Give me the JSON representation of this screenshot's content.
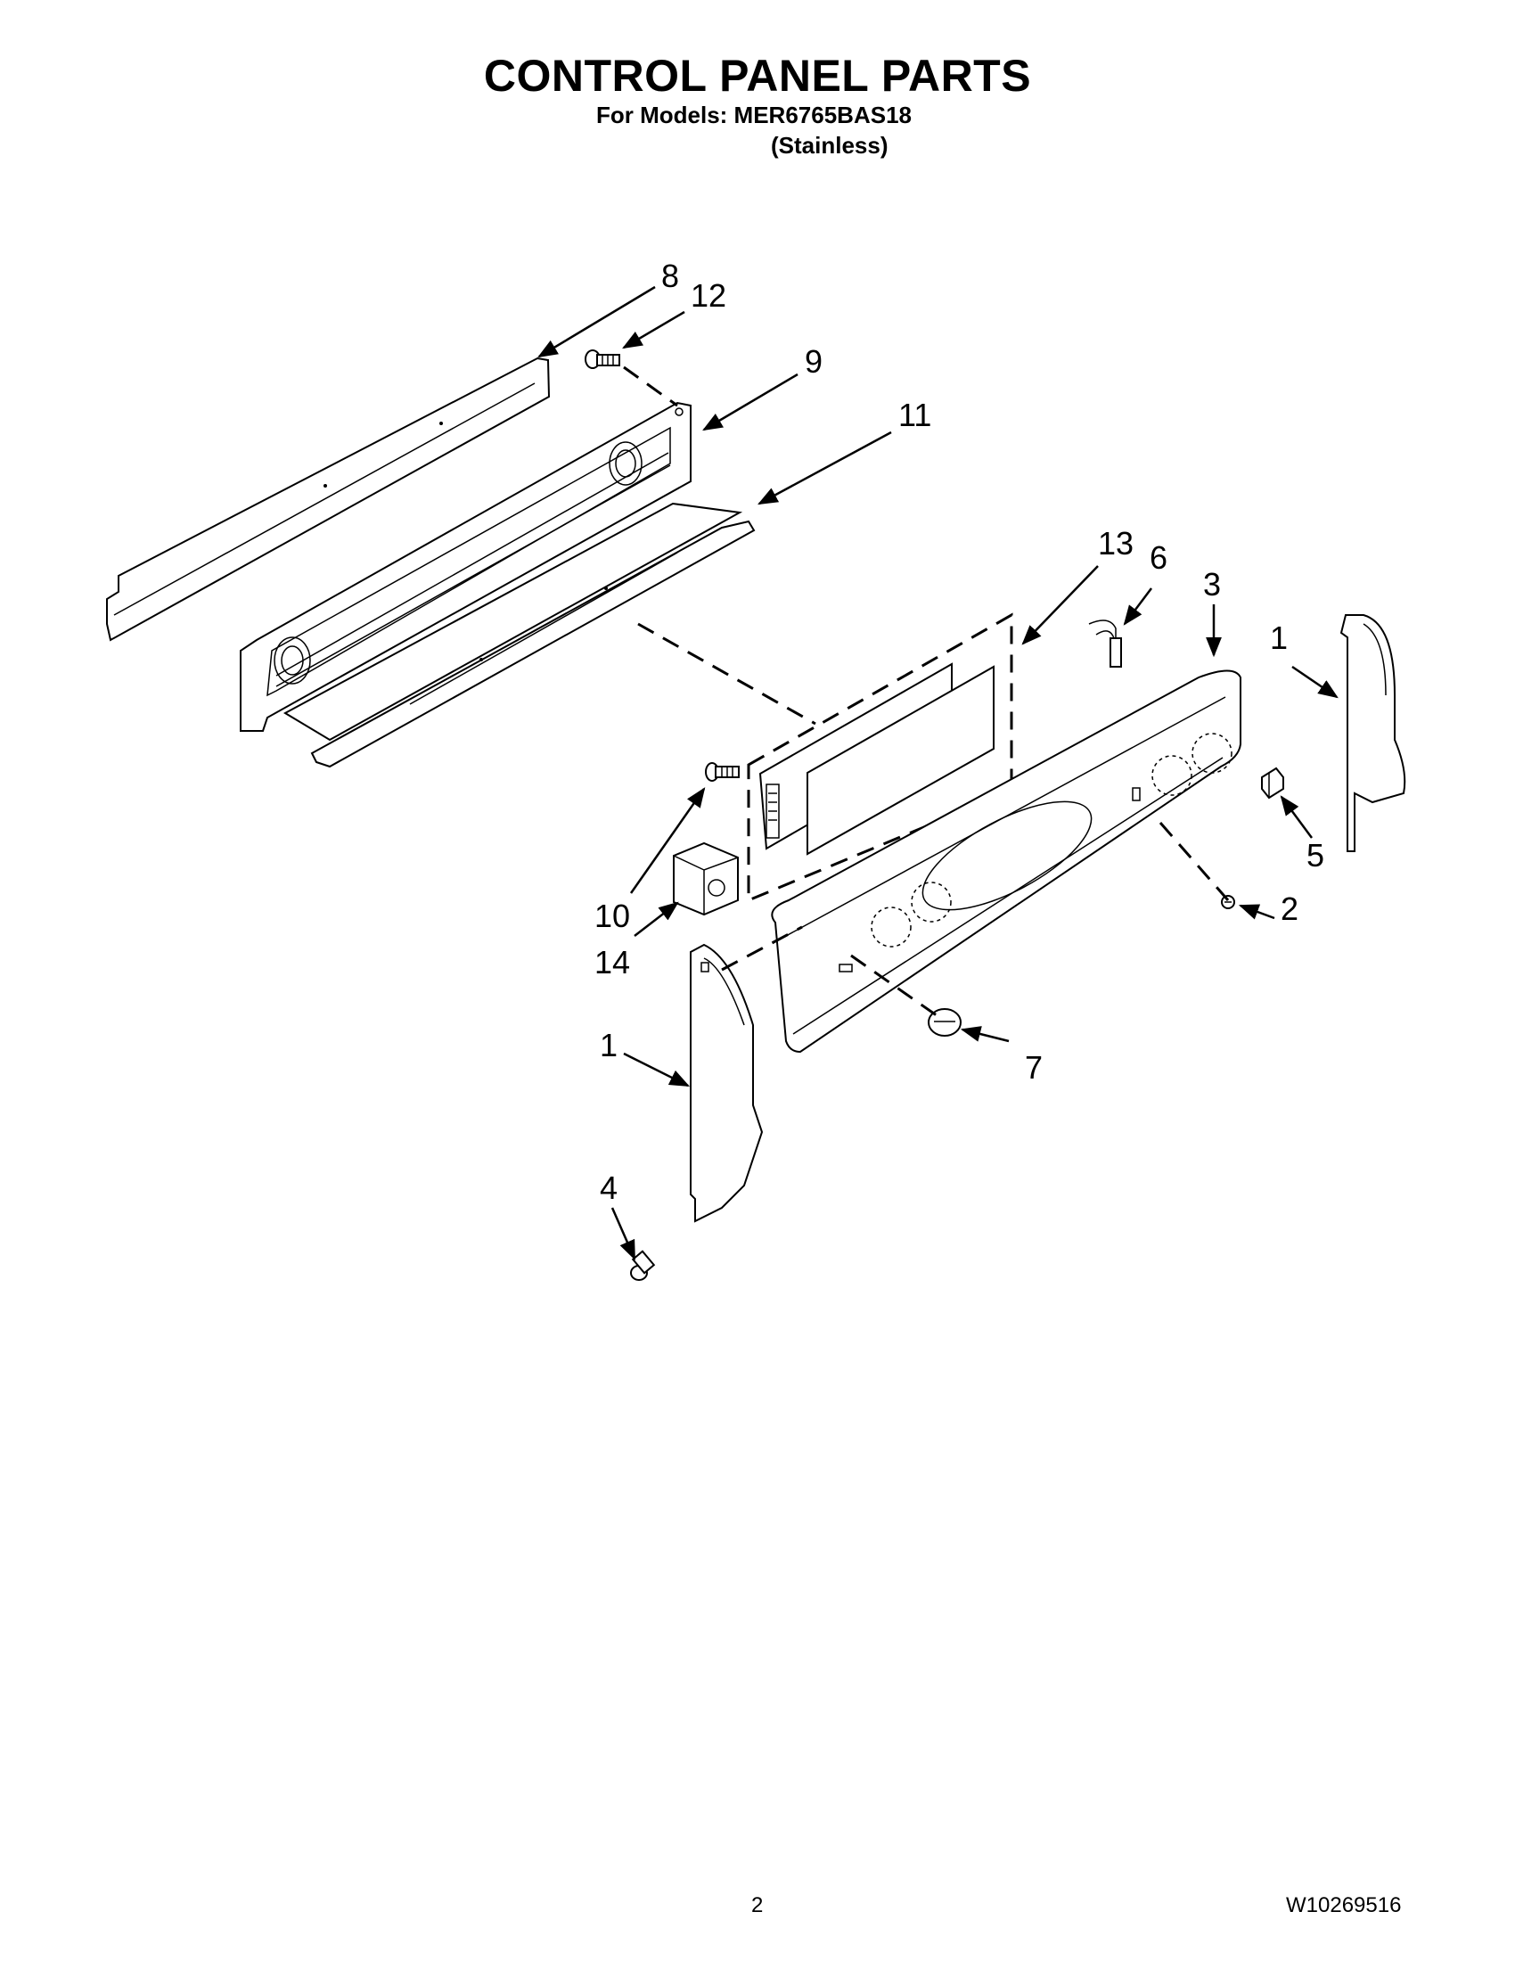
{
  "header": {
    "title": "CONTROL PANEL PARTS",
    "models_line": "For Models: MER6765BAS18",
    "finish": "(Stainless)"
  },
  "callouts": [
    {
      "key": "c8",
      "label": "8"
    },
    {
      "key": "c12",
      "label": "12"
    },
    {
      "key": "c9",
      "label": "9"
    },
    {
      "key": "c11",
      "label": "11"
    },
    {
      "key": "c13",
      "label": "13"
    },
    {
      "key": "c6",
      "label": "6"
    },
    {
      "key": "c3",
      "label": "3"
    },
    {
      "key": "c1a",
      "label": "1"
    },
    {
      "key": "c5",
      "label": "5"
    },
    {
      "key": "c2",
      "label": "2"
    },
    {
      "key": "c10",
      "label": "10"
    },
    {
      "key": "c14",
      "label": "14"
    },
    {
      "key": "c1b",
      "label": "1"
    },
    {
      "key": "c7",
      "label": "7"
    },
    {
      "key": "c4",
      "label": "4"
    }
  ],
  "footer": {
    "page_number": "2",
    "document_number": "W10269516"
  }
}
